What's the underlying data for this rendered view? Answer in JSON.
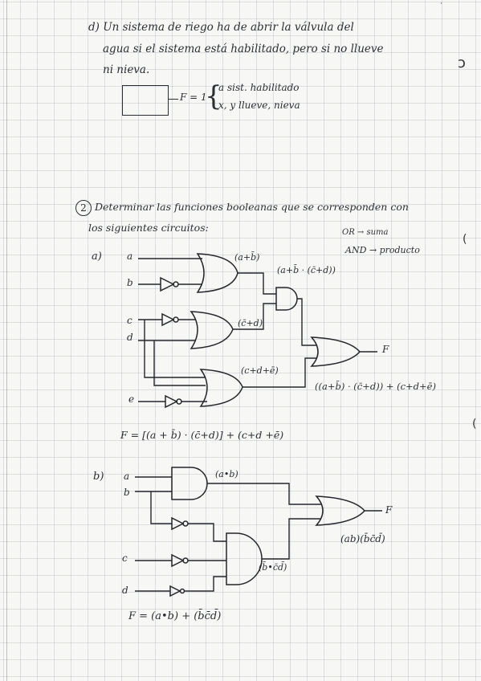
{
  "part_d": {
    "line1": "d) Un sistema de riego ha de abrir la válvula del",
    "line2": "agua si el sistema está habilitado, pero si no llueve",
    "line3": "ni nieva.",
    "def_eq": "F = 1",
    "def_opt1": "a sist. habilitado",
    "def_opt2": "x, y llueve, nieva"
  },
  "exercise2": {
    "number": "2",
    "heading_line1": "Determinar las funciones booleanas que se corresponden con",
    "heading_line2": "los siguientes circuitos:",
    "note_or": "OR → suma",
    "note_and": "AND → producto"
  },
  "circuit_a": {
    "label": "a)",
    "inputs": [
      "a",
      "b",
      "c",
      "d",
      "e"
    ],
    "term_or1": "(a+b̄)",
    "term_and": "(a+b̄ · (c̄+d))",
    "term_or2": "(c̄+d)",
    "term_or3": "(c+d+ē)",
    "output": "F",
    "output_expr": "((a+b̄) · (c̄+d)) + (c+d+ē)",
    "final": "F = [(a + b̄) · (c̄+d)] + (c+d +ē)"
  },
  "circuit_b": {
    "label": "b)",
    "inputs": [
      "a",
      "b",
      "c",
      "d"
    ],
    "term_and1": "(a•b)",
    "output": "F",
    "output_expr": "(ab)(b̄c̄d̄)",
    "term_and2": "(b̄•c̄d̄)",
    "final": "F = (a•b) + (b̄c̄d̄)"
  }
}
